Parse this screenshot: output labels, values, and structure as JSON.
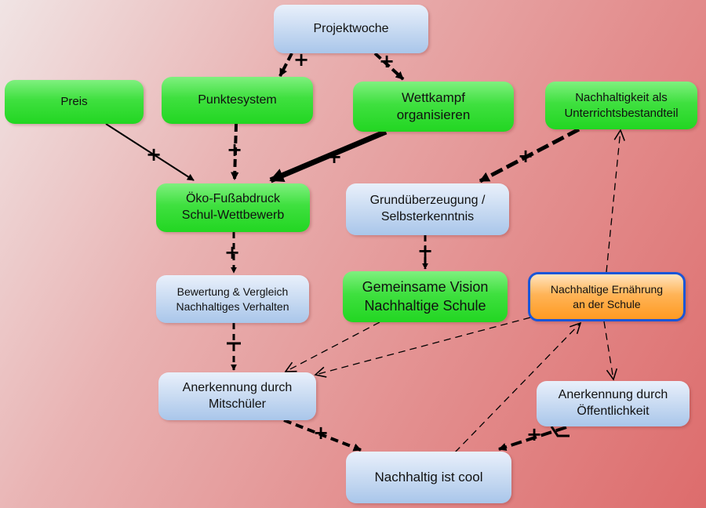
{
  "nodes": {
    "projektwoche": "Projektwoche",
    "preis": "Preis",
    "punktesystem": "Punktesystem",
    "wettkampf": "Wettkampf\norganisieren",
    "nachhaltigkeit_unterricht": "Nachhaltigkeit als\nUnterrichtsbestandteil",
    "oeko_fussabdruck": "Öko-Fußabdruck\nSchul-Wettbewerb",
    "grundueberzeugung": "Grundüberzeugung /\nSelbsterkenntnis",
    "bewertung": "Bewertung & Vergleich\nNachhaltiges Verhalten",
    "vision": "Gemeinsame Vision\nNachhaltige Schule",
    "ernaehrung": "Nachhaltige Ernährung\nan der Schule",
    "anerkennung_mitschueler": "Anerkennung durch\nMitschüler",
    "anerkennung_oeffentlichkeit": "Anerkennung durch\nÖffentlichkeit",
    "cool": "Nachhaltig ist cool"
  },
  "edge_label": "+",
  "colors": {
    "green": "#33dd33",
    "blue": "#bcd2ee",
    "orange": "#ffa030",
    "highlight_border": "#1a56d8",
    "arrow": "#000000"
  }
}
